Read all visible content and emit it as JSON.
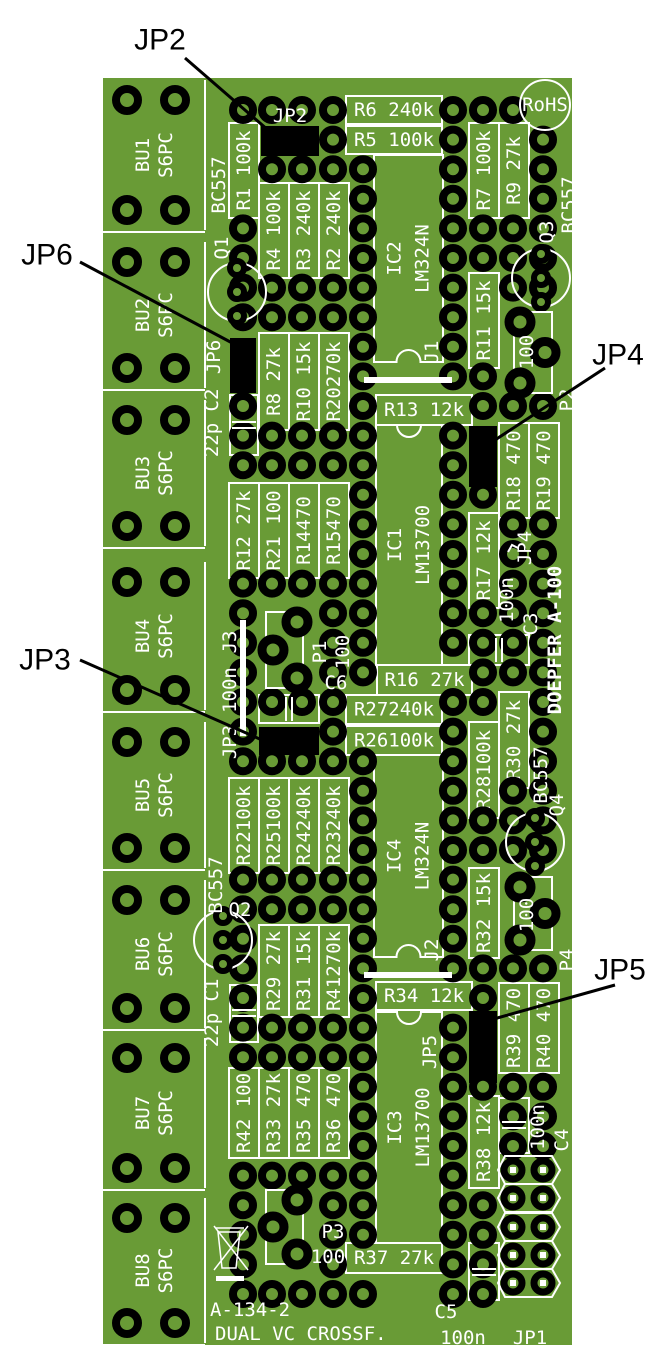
{
  "board": {
    "title": "A-134-2",
    "subtitle": "DUAL VC CROSSF.",
    "brand": "DOEPFER A-100",
    "rohs": "RoHS"
  },
  "callouts": {
    "jp2": "JP2",
    "jp6": "JP6",
    "jp4": "JP4",
    "jp3": "JP3",
    "jp5": "JP5"
  },
  "connectors": [
    {
      "ref": "BU1",
      "type": "S6PC"
    },
    {
      "ref": "BU2",
      "type": "S6PC"
    },
    {
      "ref": "BU3",
      "type": "S6PC"
    },
    {
      "ref": "BU4",
      "type": "S6PC"
    },
    {
      "ref": "BU5",
      "type": "S6PC"
    },
    {
      "ref": "BU6",
      "type": "S6PC"
    },
    {
      "ref": "BU7",
      "type": "S6PC"
    },
    {
      "ref": "BU8",
      "type": "S6PC"
    }
  ],
  "resistors": [
    {
      "ref": "R6",
      "label": "R6 240k"
    },
    {
      "ref": "R5",
      "label": "R5 100k"
    },
    {
      "ref": "R13",
      "label": "R13 12k"
    },
    {
      "ref": "R16",
      "label": "R16 27k"
    },
    {
      "ref": "R27",
      "label": "R27240k"
    },
    {
      "ref": "R26",
      "label": "R26100k"
    },
    {
      "ref": "R34",
      "label": "R34 12k"
    },
    {
      "ref": "R37",
      "label": "R37 27k"
    },
    {
      "ref": "R1",
      "label": "R1 100k"
    },
    {
      "ref": "R4",
      "label": "R4 100k"
    },
    {
      "ref": "R3",
      "label": "R3 240k"
    },
    {
      "ref": "R2",
      "label": "R2 240k"
    },
    {
      "ref": "R7",
      "label": "R7 100k"
    },
    {
      "ref": "R9",
      "label": "R9 27k"
    },
    {
      "ref": "R11",
      "label": "R11 15k"
    },
    {
      "ref": "R8",
      "label": "R8 27k"
    },
    {
      "ref": "R10",
      "label": "R10 15k"
    },
    {
      "ref": "R20",
      "label": "R20270k"
    },
    {
      "ref": "R18",
      "label": "R18 470"
    },
    {
      "ref": "R19",
      "label": "R19 470"
    },
    {
      "ref": "R12",
      "label": "R12 27k"
    },
    {
      "ref": "R21",
      "label": "R21 100"
    },
    {
      "ref": "R14",
      "label": "R14470"
    },
    {
      "ref": "R15",
      "label": "R15470"
    },
    {
      "ref": "R17",
      "label": "R17 12k"
    },
    {
      "ref": "R28",
      "label": "R28100k"
    },
    {
      "ref": "R30",
      "label": "R30 27k"
    },
    {
      "ref": "R22",
      "label": "R22100k"
    },
    {
      "ref": "R25",
      "label": "R25100k"
    },
    {
      "ref": "R24",
      "label": "R24240k"
    },
    {
      "ref": "R23",
      "label": "R23240k"
    },
    {
      "ref": "R29",
      "label": "R29 27k"
    },
    {
      "ref": "R31",
      "label": "R31 15k"
    },
    {
      "ref": "R41",
      "label": "R41270k"
    },
    {
      "ref": "R32",
      "label": "R32 15k"
    },
    {
      "ref": "R39",
      "label": "R39 470"
    },
    {
      "ref": "R40",
      "label": "R40 470"
    },
    {
      "ref": "R42",
      "label": "R42 100"
    },
    {
      "ref": "R33",
      "label": "R33 27k"
    },
    {
      "ref": "R35",
      "label": "R35 470"
    },
    {
      "ref": "R36",
      "label": "R36 470"
    },
    {
      "ref": "R38",
      "label": "R38 12k"
    }
  ],
  "ics": [
    {
      "ref": "IC2",
      "part": "LM324N"
    },
    {
      "ref": "IC1",
      "part": "LM13700"
    },
    {
      "ref": "IC4",
      "part": "LM324N"
    },
    {
      "ref": "IC3",
      "part": "LM13700"
    }
  ],
  "transistors": [
    {
      "ref": "Q1",
      "part": "BC557"
    },
    {
      "ref": "Q3",
      "part": "BC557"
    },
    {
      "ref": "Q4",
      "part": "BC557"
    },
    {
      "ref": "Q2",
      "part": "BC557"
    }
  ],
  "trimmers": [
    {
      "ref": "P2",
      "value": "100"
    },
    {
      "ref": "P1",
      "value": "100"
    },
    {
      "ref": "P4",
      "value": "100"
    },
    {
      "ref": "P3",
      "value": "100"
    }
  ],
  "capacitors": [
    {
      "ref": "C2",
      "value": "22p"
    },
    {
      "ref": "C1",
      "value": "22p"
    },
    {
      "ref": "C3",
      "value": "100n"
    },
    {
      "ref": "C6",
      "value": "100n"
    },
    {
      "ref": "C4",
      "value": "100n"
    },
    {
      "ref": "C5",
      "value": "100n"
    }
  ],
  "jumper_labels": {
    "j1": "J1",
    "j2": "J2",
    "j3": "J3",
    "jp2": "JP2",
    "jp6": "JP6",
    "jp3": "JP3",
    "jp4": "JP4",
    "jp5": "JP5",
    "jp1": "JP1"
  },
  "colors": {
    "board": "#699b36",
    "silk": "#ffffff",
    "copper": "#000000"
  }
}
